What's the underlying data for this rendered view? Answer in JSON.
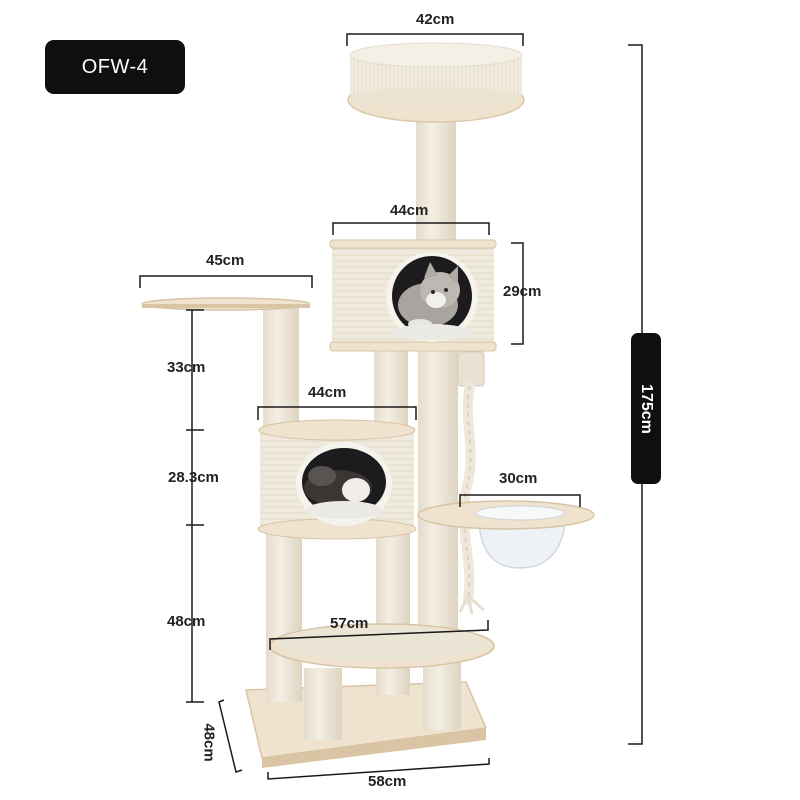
{
  "model": "OFW-4",
  "dimensions": {
    "top_perch_width": "42cm",
    "upper_condo_width": "44cm",
    "upper_condo_height": "29cm",
    "side_platform_width": "45cm",
    "side_post_height": "33cm",
    "lower_condo_width": "44cm",
    "lower_section_height": "28.3cm",
    "bowl_width": "30cm",
    "base_post_height": "48cm",
    "bottom_platform_width": "57cm",
    "base_depth": "48cm",
    "base_width": "58cm",
    "total_height": "175cm"
  },
  "colors": {
    "wood": "#efe3cf",
    "wood_edge": "#dcc8a8",
    "sisal": "#efeadd",
    "sisal_dark": "#ddd4c1",
    "line": "#1a1a1a",
    "badge": "#0f0f0f"
  }
}
